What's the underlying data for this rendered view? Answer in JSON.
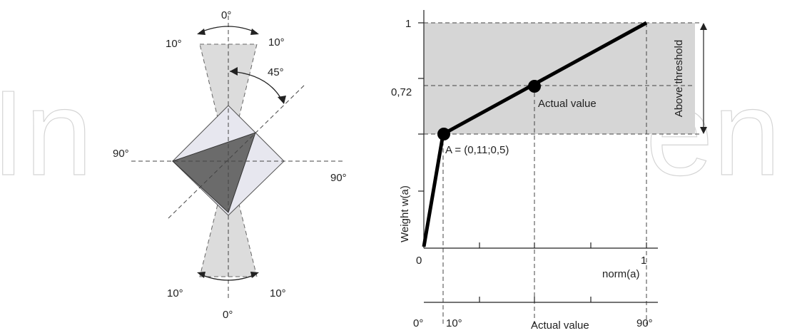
{
  "watermark": {
    "left_text": "In",
    "right_text": "en"
  },
  "orientation_diagram": {
    "top_label": "0°",
    "bottom_label": "0°",
    "top_left_label": "10°",
    "top_right_label": "10°",
    "bottom_left_label": "10°",
    "bottom_right_label": "10°",
    "rotation_label": "45°",
    "left_label": "90°",
    "right_label": "90°",
    "colors": {
      "cone_fill": "#dcdcdc",
      "square_fill": "#e7e7ef",
      "triangle_fill": "#6b6b6b"
    }
  },
  "weight_chart": {
    "ylabel": "Weight w(a)",
    "xlabel": "norm(a)",
    "secondary_axis": {
      "title": "Actual value",
      "tick_labels": [
        "0°",
        "10°",
        "90°"
      ]
    },
    "origin_label": "0",
    "x_end_label": "1",
    "y_tick_labels": [
      "1",
      "0,72"
    ],
    "point_a_label": "A = (0,11;0,5)",
    "actual_point_label": "Actual value",
    "threshold_label": "Above threshold",
    "colors": {
      "threshold_region": "#d6d6d6",
      "curve": "#000000"
    }
  },
  "chart_data": {
    "type": "line",
    "title": "",
    "xlabel": "norm(a)",
    "ylabel": "Weight w(a)",
    "xlim": [
      0,
      1
    ],
    "ylim": [
      0,
      1
    ],
    "series": [
      {
        "x": [
          0,
          0.11,
          1
        ],
        "y": [
          0,
          0.5,
          1
        ]
      }
    ],
    "points": [
      {
        "label": "A = (0,11;0,5)",
        "x": 0.11,
        "y": 0.5
      },
      {
        "label": "Actual value",
        "x": 0.55,
        "y": 0.72
      }
    ],
    "threshold": {
      "label": "Above threshold",
      "y_from": 0.5,
      "y_to": 1
    },
    "secondary_x_axis": {
      "label": "Actual value",
      "ticks": [
        "0°",
        "10°",
        "90°"
      ]
    }
  }
}
